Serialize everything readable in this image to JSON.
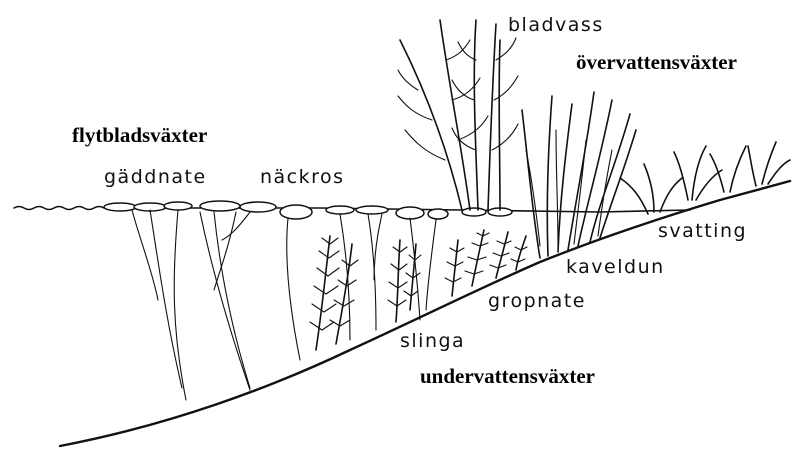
{
  "labels": {
    "bladvass": "bladvass",
    "overvattensvaxter": "övervattensväxter",
    "flytbladsvaxter": "flytbladsväxter",
    "gaddnate": "gäddnate",
    "nackros": "näckros",
    "svatting": "svatting",
    "kaveldun": "kaveldun",
    "gropnate": "gropnate",
    "slinga": "slinga",
    "undervattensvaxter": "undervattensväxter"
  },
  "colors": {
    "ink": "#111111",
    "background": "#ffffff"
  }
}
